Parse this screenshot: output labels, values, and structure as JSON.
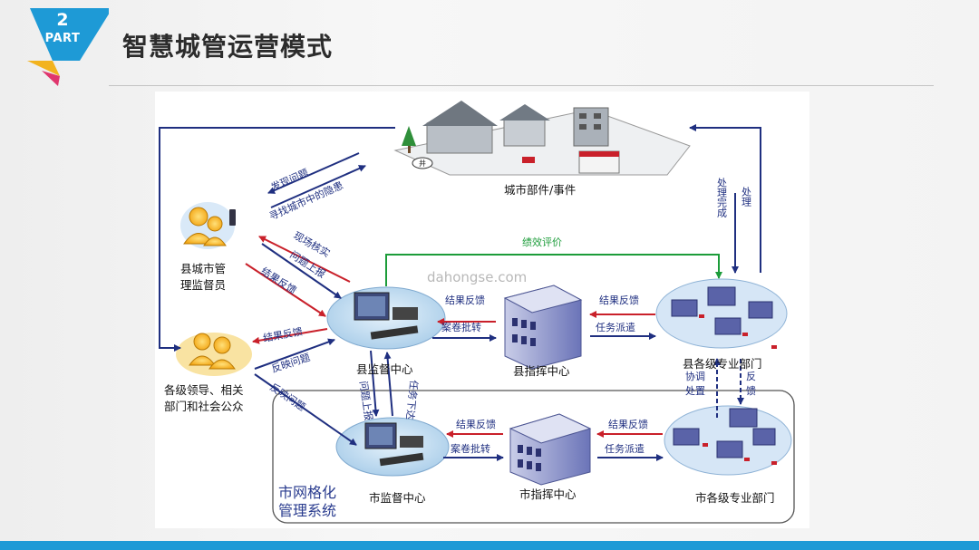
{
  "header": {
    "part_number": "2",
    "part_label": "PART",
    "title": "智慧城管运营模式"
  },
  "diagram": {
    "nodes": {
      "city_components": "城市部件/事件",
      "county_supervisor": [
        "县城市管",
        "理监督员"
      ],
      "leaders_public": [
        "各级领导、相关",
        "部门和社会公众"
      ],
      "county_supervision_center": "县监督中心",
      "county_command_center": "县指挥中心",
      "county_departments": "县各级专业部门",
      "city_supervision_center": "市监督中心",
      "city_command_center": "市指挥中心",
      "city_departments": "市各级专业部门",
      "grid_system": [
        "市网格化",
        "管理系统"
      ]
    },
    "edges": {
      "discover_problem": "发现问题",
      "find_hazards": "寻找城市中的隐患",
      "on_site_verify": "现场核实",
      "report_problem": "问题上报",
      "result_feedback": "结果反馈",
      "reflect_problem": "反映问题",
      "case_transfer": "案卷批转",
      "task_dispatch": "任务派遣",
      "performance_eval": "绩效评价",
      "process": "处理",
      "process_done": "处理完成",
      "coordinate": "协调处置",
      "feedback": "反馈",
      "problem_report": "问题上报",
      "task_issue": "任务下达"
    },
    "watermark": "dahongse.com"
  },
  "colors": {
    "accent_blue": "#1e9ad6",
    "arrow_navy": "#1f2f80",
    "arrow_red": "#c9202a",
    "arrow_green": "#1c9c3a"
  }
}
